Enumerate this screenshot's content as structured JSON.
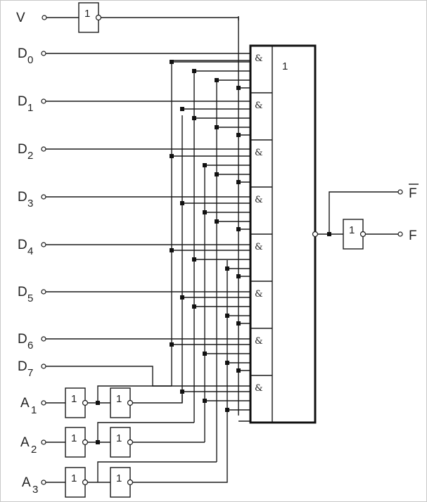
{
  "diagram": {
    "title": "8-to-1 multiplexer with strobe input (logic schematic)",
    "inputs": {
      "strobe": {
        "label": "V"
      },
      "data": [
        {
          "label": "D",
          "index": "0"
        },
        {
          "label": "D",
          "index": "1"
        },
        {
          "label": "D",
          "index": "2"
        },
        {
          "label": "D",
          "index": "3"
        },
        {
          "label": "D",
          "index": "4"
        },
        {
          "label": "D",
          "index": "5"
        },
        {
          "label": "D",
          "index": "6"
        },
        {
          "label": "D",
          "index": "7"
        }
      ],
      "address": [
        {
          "label": "A",
          "index": "1"
        },
        {
          "label": "A",
          "index": "2"
        },
        {
          "label": "A",
          "index": "3"
        }
      ]
    },
    "outputs": {
      "inverted": {
        "label": "F",
        "overbar": true
      },
      "direct": {
        "label": "F"
      }
    },
    "gates": {
      "inverter_symbol": "1",
      "and_symbol": "&",
      "or_symbol": "1",
      "and_gate_count": 8,
      "inputs_per_and_gate": 5
    }
  }
}
